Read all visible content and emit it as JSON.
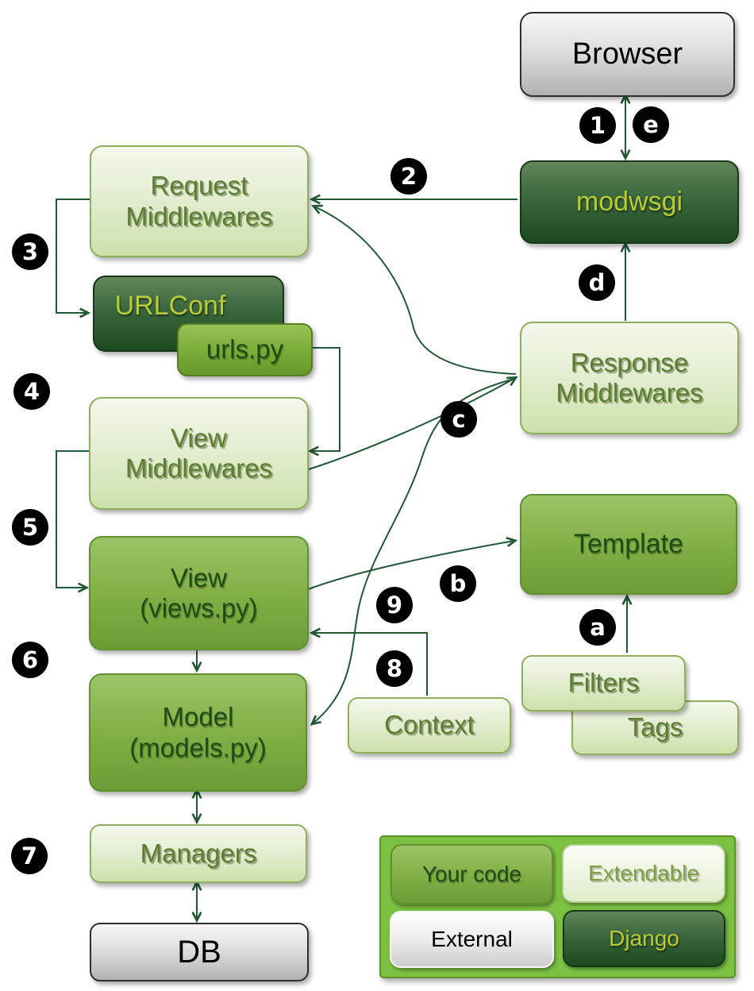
{
  "nodes": {
    "browser": {
      "label": "Browser"
    },
    "modwsgi": {
      "label": "modwsgi"
    },
    "request_middlewares": {
      "label": [
        "Request",
        "Middlewares"
      ]
    },
    "urlconf": {
      "label": "URLConf"
    },
    "urls_py": {
      "label": "urls.py"
    },
    "view_middlewares": {
      "label": [
        "View",
        "Middlewares"
      ]
    },
    "view": {
      "label": [
        "View",
        "(views.py)"
      ]
    },
    "response_middlewares": {
      "label": [
        "Response",
        "Middlewares"
      ]
    },
    "template": {
      "label": "Template"
    },
    "filters": {
      "label": "Filters"
    },
    "tags": {
      "label": "Tags"
    },
    "context": {
      "label": "Context"
    },
    "model": {
      "label": [
        "Model",
        "(models.py)"
      ]
    },
    "managers": {
      "label": "Managers"
    },
    "db": {
      "label": "DB"
    }
  },
  "step_badges": {
    "1": "1",
    "2": "2",
    "3": "3",
    "4": "4",
    "5": "5",
    "6": "6",
    "7": "7",
    "8": "8",
    "9": "9",
    "a": "a",
    "b": "b",
    "c": "c",
    "d": "d",
    "e": "e"
  },
  "legend": {
    "your_code": "Your code",
    "extendable": "Extendable",
    "external": "External",
    "django": "Django"
  },
  "colors": {
    "arrow": "#2059334",
    "badge-bg": "#000000",
    "badge-text": "#ffffff",
    "legend-bg": "#7cc142",
    "your-code": "#79a838",
    "extendable": "#e9f2da",
    "external": "#d9d9d9",
    "django": "#2a5529"
  }
}
